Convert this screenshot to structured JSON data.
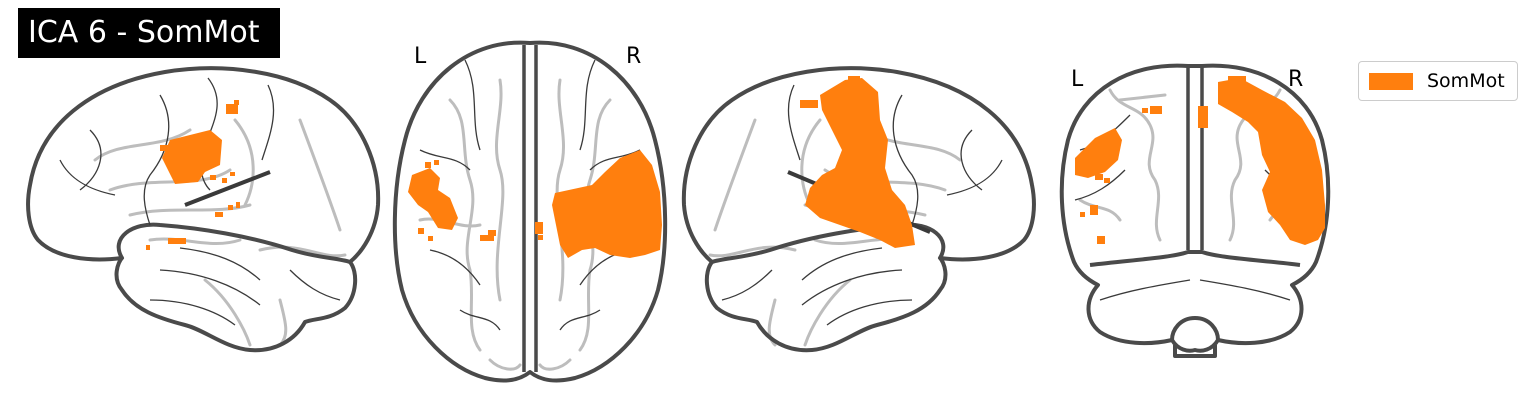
{
  "figure": {
    "title": "ICA 6 - SomMot",
    "views": [
      "sagittal-left",
      "axial",
      "sagittal-right",
      "coronal"
    ],
    "axial_left_label": "L",
    "axial_right_label": "R",
    "coronal_left_label": "L",
    "coronal_right_label": "R"
  },
  "legend": {
    "label": "SomMot",
    "color": "#ff7f0e"
  },
  "colors": {
    "outline": "#4a4a4a",
    "ghost_sulci": "#bdbdbd",
    "activation": "#ff7f0e"
  }
}
